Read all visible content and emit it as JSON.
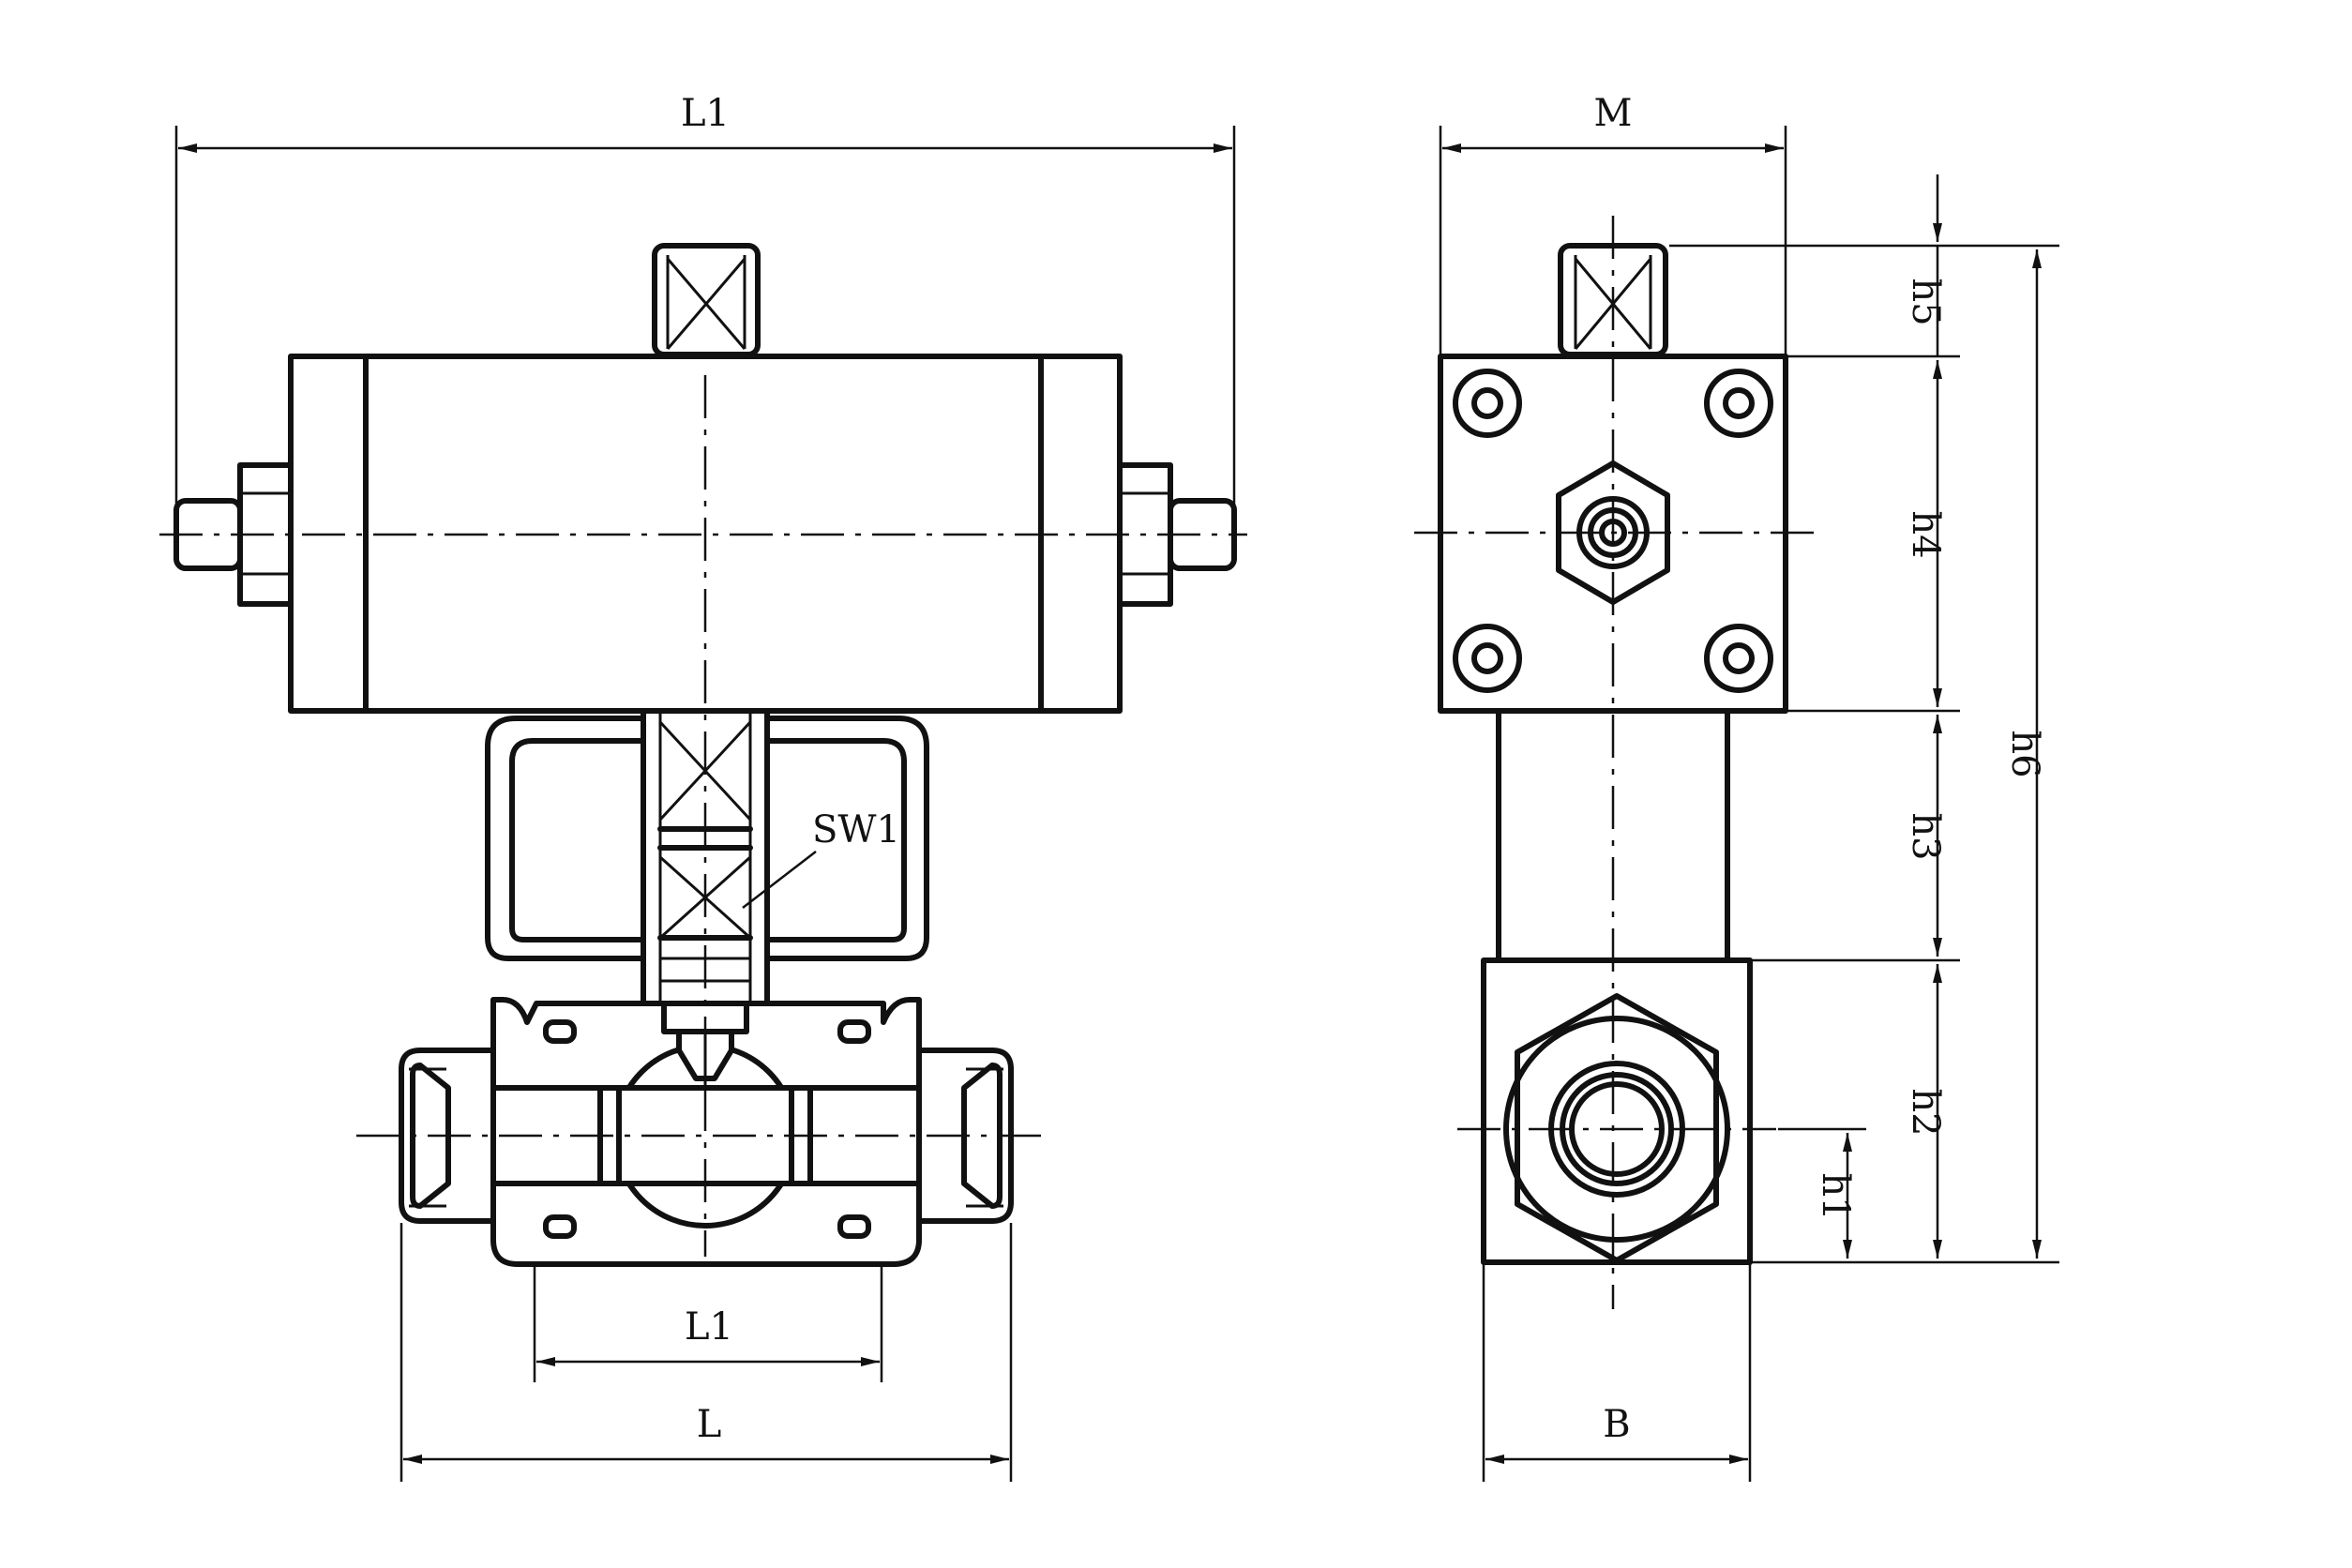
{
  "labels": {
    "front_top_length": "L1",
    "front_bottom_inner_length": "L1",
    "front_bottom_length": "L",
    "stem_callout": "SW1",
    "side_top_width": "M",
    "side_bottom_width": "B",
    "side_h5": "h5",
    "side_h4": "h4",
    "side_h3": "h3",
    "side_h2": "h2",
    "side_h1": "h1",
    "side_h6": "h6"
  }
}
